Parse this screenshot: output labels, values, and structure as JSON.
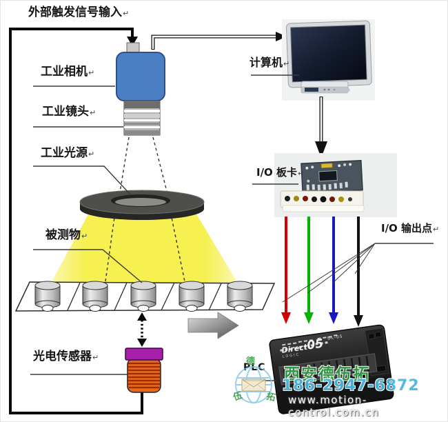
{
  "diagram": {
    "labels": {
      "trigger_input": "外部触发信号输入",
      "camera": "工业相机",
      "lens": "工业镜头",
      "light": "工业光源",
      "object": "被测物",
      "photo_sensor": "光电传感器",
      "computer": "计算机",
      "io_card": "I/O 板卡",
      "io_output": "I/O 输出点",
      "plc": "PLC",
      "paragraph_mark": "↵"
    },
    "plc_device": {
      "logo_main": "Direct",
      "logo_num": "05",
      "logo_sub": "LOGIC",
      "model": "DL-05"
    },
    "colors": {
      "camera_blue": "#4b7fc4",
      "light_yellow": "#f5ef48",
      "sensor_orange": "#e8671a",
      "sensor_cap_purple": "#a61fa8",
      "wire_red": "#d40000",
      "wire_green": "#00b400",
      "wire_blue": "#1818c0",
      "wire_black": "#111111"
    }
  },
  "watermark": {
    "company": "西安德伍拓",
    "phone": "186-2947-6872",
    "website": "www.motion-control.com.cn",
    "logo_chars": [
      "德",
      "伍",
      "拓"
    ]
  }
}
